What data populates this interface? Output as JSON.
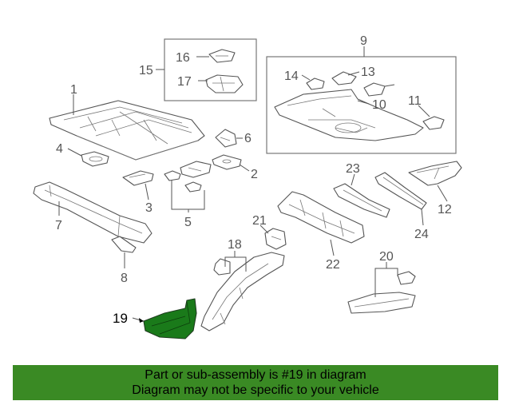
{
  "diagram": {
    "callouts": [
      "1",
      "2",
      "3",
      "4",
      "5",
      "6",
      "7",
      "8",
      "9",
      "10",
      "11",
      "12",
      "13",
      "14",
      "15",
      "16",
      "17",
      "18",
      "19",
      "20",
      "21",
      "22",
      "23",
      "24"
    ],
    "highlighted_part": "19",
    "colors": {
      "highlight": "#1a7a1a",
      "banner": "#3a8a24",
      "line": "#555555"
    }
  },
  "banner": {
    "line1": "Part or sub-assembly is #19 in diagram",
    "line2": "Diagram may not be specific to your vehicle"
  }
}
